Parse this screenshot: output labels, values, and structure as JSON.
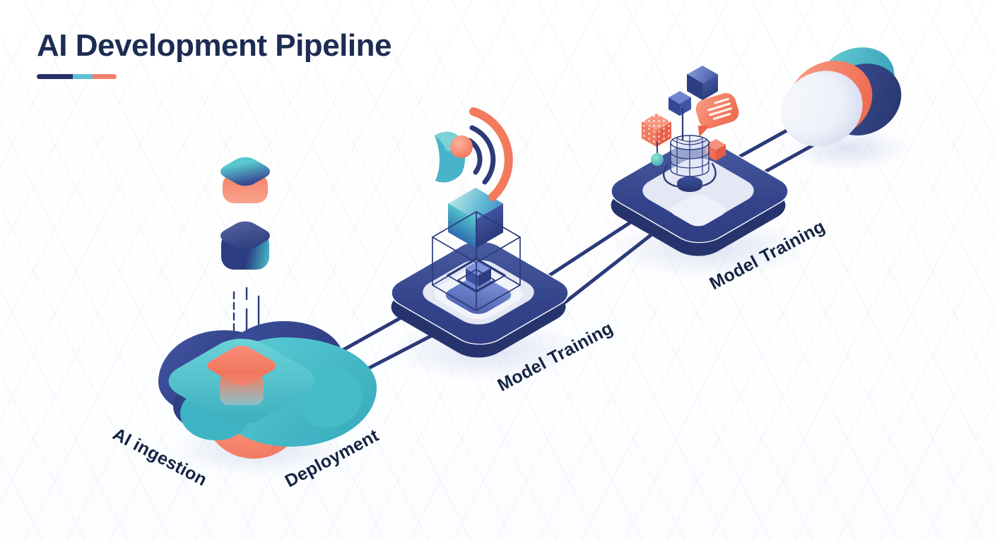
{
  "title": "AI Development Pipeline",
  "accent_bar": {
    "segments": [
      {
        "name": "navy",
        "color": "#272f68"
      },
      {
        "name": "teal",
        "color": "#5fc0d6"
      },
      {
        "name": "coral",
        "color": "#f5806b"
      }
    ]
  },
  "palette": {
    "title_ink": "#1d2c52",
    "label_ink": "#142442",
    "navy": "#33448e",
    "navy_dark": "#26346e",
    "connector_line": "#2b3a78",
    "teal": "#4cc2cd",
    "coral": "#f4775e",
    "panel_light": "#e4e8f5",
    "background": "#ffffff"
  },
  "stages": [
    {
      "id": "ai-ingestion",
      "label": "AI ingestion",
      "icon": "data-blob-icon"
    },
    {
      "id": "deployment",
      "label": "Deployment",
      "icon": "connector-lines"
    },
    {
      "id": "model-training-1",
      "label": "Model Training",
      "icon": "training-cage-platform-icon"
    },
    {
      "id": "model-training-2",
      "label": "Model Training",
      "icon": "globe-mesh-platform-icon"
    }
  ],
  "decorations": [
    "rounded-cube-icon",
    "stacked-cube-icon",
    "signal-dish-icon",
    "cube-icon",
    "dotted-cube-icon",
    "chat-bubble-icon",
    "sphere-icon",
    "database-cylinders-icon"
  ]
}
